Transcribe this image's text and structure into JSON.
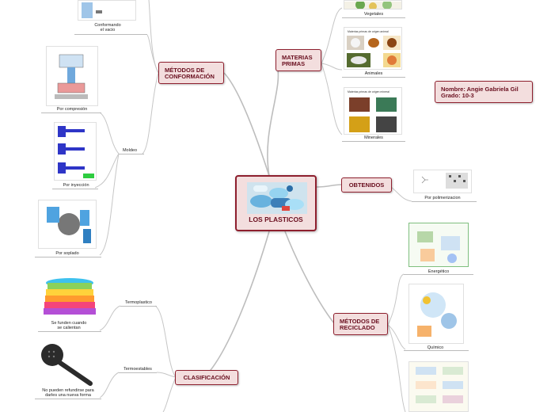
{
  "central": {
    "title": "LOS PLASTICOS"
  },
  "name_box": {
    "line1": "Nombre: Angie Gabriela Gil",
    "line2": "Grado: 10-3"
  },
  "branches": {
    "materias_primas": {
      "line1": "MATERIAS",
      "line2": "PRIMAS",
      "children": {
        "vegetales": "Vegetales",
        "animales": "Animales",
        "minerales": "Minerales"
      },
      "animales_caption": "Materias primas de origen animal",
      "minerales_caption": "Materias primas de origen mineral"
    },
    "obtenidos": {
      "label": "OBTENIDOS",
      "children": {
        "polimerizacion": "Por polimerizacion"
      }
    },
    "metodos_reciclado": {
      "line1": "MÉTODOS DE",
      "line2": "RECICLADO",
      "children": {
        "energetico": "Energético",
        "quimico": "Químico"
      }
    },
    "metodos_conformacion": {
      "line1": "MÉTODOS DE",
      "line2": "CONFORMACIÓN",
      "children": {
        "vacio_line1": "Conformando",
        "vacio_line2": "el vacio",
        "compresion": "Por compresión",
        "moldeo": "Moldeo",
        "inyeccion": "Por inyección",
        "soplado": "Por soplado"
      }
    },
    "clasificacion": {
      "label": "CLASIFICACIÓN",
      "children": {
        "termoplastico": "Termoplastico",
        "termoestables": "Termoestables",
        "termoplastico_desc_line1": "Se funden cuando",
        "termoplastico_desc_line2": "se calientan",
        "termoestables_desc_line1": "No pueden refundirse para",
        "termoestables_desc_line2": "darles una nueva forma"
      }
    }
  },
  "colors": {
    "branch_fill": "#f3dede",
    "branch_border": "#8e1f2e",
    "branch_text": "#6a0f1f",
    "connector": "#bbbbbb"
  }
}
